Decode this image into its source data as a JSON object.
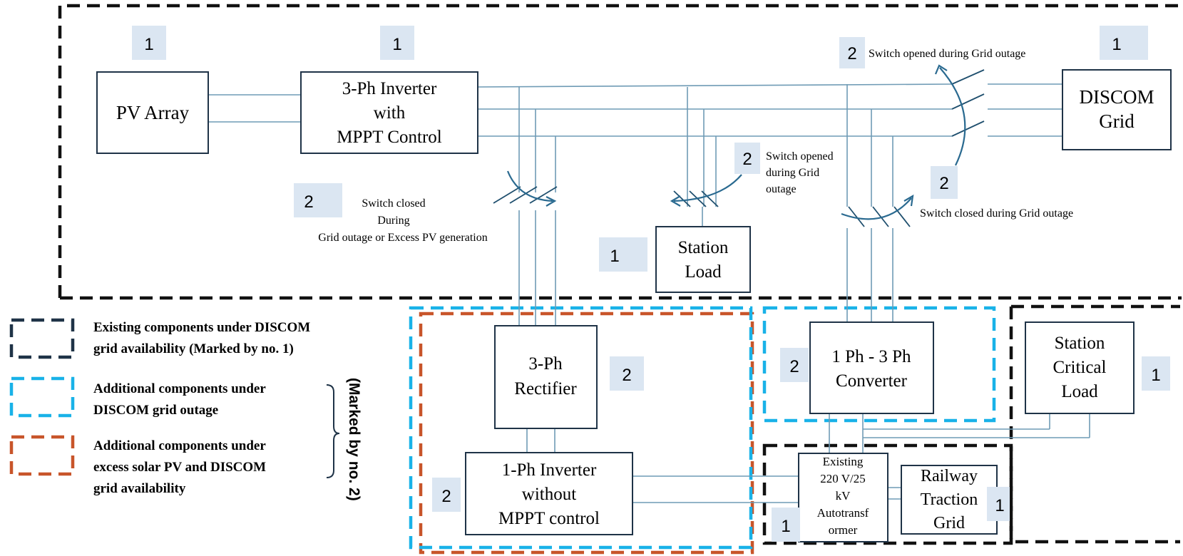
{
  "components": {
    "pv_array": [
      "PV Array"
    ],
    "inverter_3ph": [
      "3-Ph Inverter",
      "with",
      "MPPT Control"
    ],
    "discom_grid": [
      "DISCOM",
      "Grid"
    ],
    "station_load": [
      "Station",
      "Load"
    ],
    "rectifier": [
      "3-Ph",
      "Rectifier"
    ],
    "inverter_1ph": [
      "1-Ph Inverter",
      "without",
      "MPPT control"
    ],
    "converter": [
      "1 Ph - 3 Ph",
      "Converter"
    ],
    "critical_load": [
      "Station",
      "Critical",
      "Load"
    ],
    "autotransformer": [
      "Existing",
      "220 V/25",
      "kV",
      "Autotransf",
      "ormer"
    ],
    "traction_grid": [
      "Railway",
      "Traction",
      "Grid"
    ]
  },
  "annotations": {
    "switch_rectifier": [
      "Switch closed",
      "During",
      "Grid outage or Excess PV generation"
    ],
    "switch_station_load": [
      "Switch opened",
      "during Grid",
      "outage"
    ],
    "switch_converter": "Switch closed during Grid outage",
    "switch_discom": "Switch opened during Grid outage"
  },
  "badges": {
    "pv": "1",
    "inverter": "1",
    "discom": "1",
    "switch_discom": "2",
    "switch_rectifier": "2",
    "switch_station_load": "2",
    "switch_converter": "2",
    "station_load": "1",
    "rectifier": "2",
    "inverter_1ph": "2",
    "converter": "2",
    "critical_load": "1",
    "autotransformer": "1",
    "traction_grid": "1"
  },
  "legend": {
    "existing": [
      "Existing components under DISCOM",
      "grid availability (Marked by no. 1)"
    ],
    "outage": [
      "Additional components under",
      "DISCOM grid outage"
    ],
    "excess": [
      "Additional components under",
      "excess solar PV and DISCOM",
      "grid availability"
    ],
    "bracket_label": "(Marked by no. 2)"
  },
  "colors": {
    "existing": "#111111",
    "outage": "#19b2e8",
    "excess": "#c8552a",
    "box_stroke": "#1f3347",
    "wire": "#6f9bb5",
    "badge_fill": "#dbe6f2"
  }
}
